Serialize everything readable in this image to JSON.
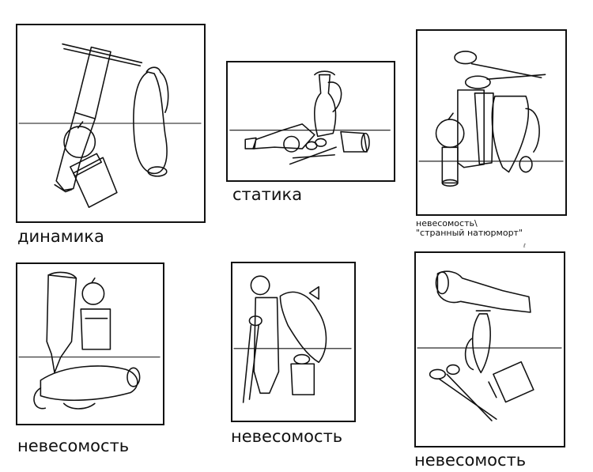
{
  "captions": {
    "dynamics": "динамика",
    "statics": "статика",
    "weightless_line1": "невесомость\\",
    "weightless_line2": "\"странный натюрморт\"",
    "weightless_4": "невесомость",
    "weightless_5": "невесомость",
    "weightless_6": "невесомость"
  },
  "panels": [
    {
      "subject": "bottle, pear vase, apple, tube, pencil",
      "caption_key": "dynamics"
    },
    {
      "subject": "jug, bottle, apple, scissors, tube",
      "caption_key": "statics"
    },
    {
      "subject": "scissors, bottles, vase, apple, tube",
      "caption_key": "weightless_line1"
    },
    {
      "subject": "bottle, apple, tube, vase",
      "caption_key": "weightless_4"
    },
    {
      "subject": "apple, bottle, fish vase, scissors, tube",
      "caption_key": "weightless_5"
    },
    {
      "subject": "bottle, vase, scissors, tube",
      "caption_key": "weightless_6"
    }
  ],
  "icons": {
    "signature": "signature-scribble-icon"
  }
}
